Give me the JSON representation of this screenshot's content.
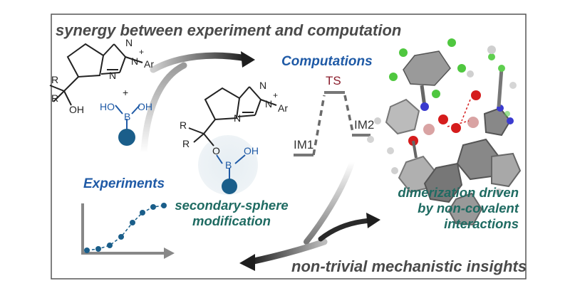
{
  "headline_top": "synergy between experiment and computation",
  "headline_bottom": "non-trivial mechanistic insights",
  "labels": {
    "computations": "Computations",
    "experiments": "Experiments",
    "secondary_line1": "secondary-sphere",
    "secondary_line2": "modification",
    "dimer_line1": "dimerization driven",
    "dimer_line2": "by non-covalent",
    "dimer_line3": "interactions"
  },
  "energy_profile": {
    "ts": "TS",
    "im1": "IM1",
    "im2": "IM2"
  },
  "chem": {
    "R": "R",
    "OH": "OH",
    "HO": "HO",
    "B": "B",
    "O": "O",
    "N": "N",
    "Ar": "Ar",
    "plus_charge": "+",
    "plus_sign": "+"
  },
  "colors": {
    "title": "#4a4a4a",
    "blue": "#1f5aa6",
    "green": "#1f6b62",
    "ts": "#8a1c2b",
    "boron_sphere": "#1a5e8a",
    "halo": "#e8eff3"
  }
}
